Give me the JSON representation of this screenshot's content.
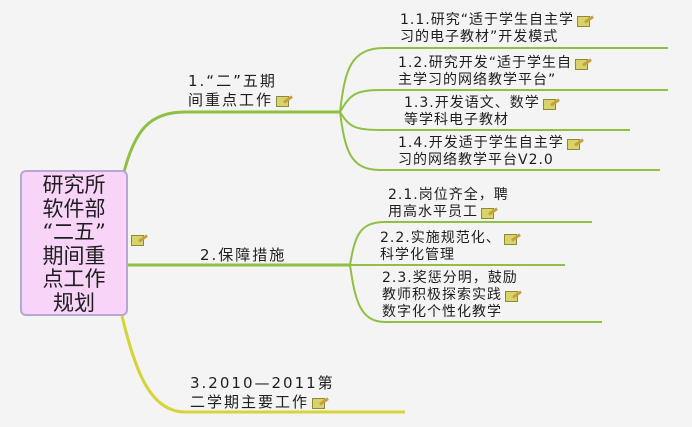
{
  "root": {
    "lines": [
      "研究所",
      "软件部",
      "“二五”",
      "期间重",
      "点工作",
      "规划"
    ]
  },
  "branches": [
    {
      "lines": [
        "1.“二”五期",
        "间重点工作"
      ],
      "children": [
        {
          "lines": [
            "1.1.研究“适于学生自主学",
            "习的电子教材”开发模式"
          ]
        },
        {
          "lines": [
            "1.2.研究开发“适于学生自",
            "主学习的网络教学平台”"
          ]
        },
        {
          "lines": [
            "1.3.开发语文、数学",
            "等学科电子教材"
          ]
        },
        {
          "lines": [
            "1.4.开发适于学生自主学",
            "习的网络教学平台V2.0"
          ]
        }
      ]
    },
    {
      "lines": [
        "2.保障措施"
      ],
      "children": [
        {
          "lines": [
            "2.1.岗位齐全，聘",
            "用高水平员工"
          ]
        },
        {
          "lines": [
            "2.2.实施规范化、",
            "科学化管理"
          ]
        },
        {
          "lines": [
            "2.3.奖惩分明，鼓励",
            "教师积极探索实践",
            "数字化个性化教学"
          ]
        }
      ]
    },
    {
      "lines": [
        "3.2010—2011第",
        "二学期主要工作"
      ],
      "children": []
    }
  ],
  "colors": {
    "green": "#8dc045",
    "yellow": "#d6d43a",
    "root_fill": "#f8d4f8"
  },
  "icon": "edit-note-icon"
}
